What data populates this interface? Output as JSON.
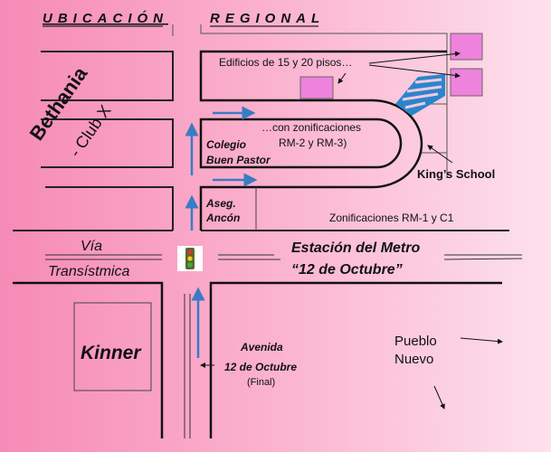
{
  "header": {
    "left": "UBICACIÓN",
    "right": "REGIONAL"
  },
  "labels": {
    "bethania": "Bethania",
    "club_x": "- Club X",
    "edificios": "Edificios de 15 y 20 pisos…",
    "zonificaciones_1": "…con zonificaciones",
    "zonificaciones_2": "RM-2 y RM-3)",
    "colegio_1": "Colegio",
    "colegio_2": "Buen Pastor",
    "kings_school": "King’s School",
    "aseg_1": "Aseg.",
    "aseg_2": "Ancón",
    "zonificaciones_rm1": "Zonificaciones RM-1 y C1",
    "via_1": "Vía",
    "via_2": "Transístmica",
    "metro_1": "Estación del Metro",
    "metro_2": "“12 de Octubre”",
    "kinner": "Kinner",
    "avenida_1": "Avenida",
    "avenida_2": "12 de Octubre",
    "avenida_3": "(Final)",
    "pueblo_1": "Pueblo",
    "pueblo_2": "Nuevo"
  },
  "colors": {
    "building": "#ee82dc",
    "arrow": "#3a7cc4",
    "hatch": "#2a86cc"
  }
}
